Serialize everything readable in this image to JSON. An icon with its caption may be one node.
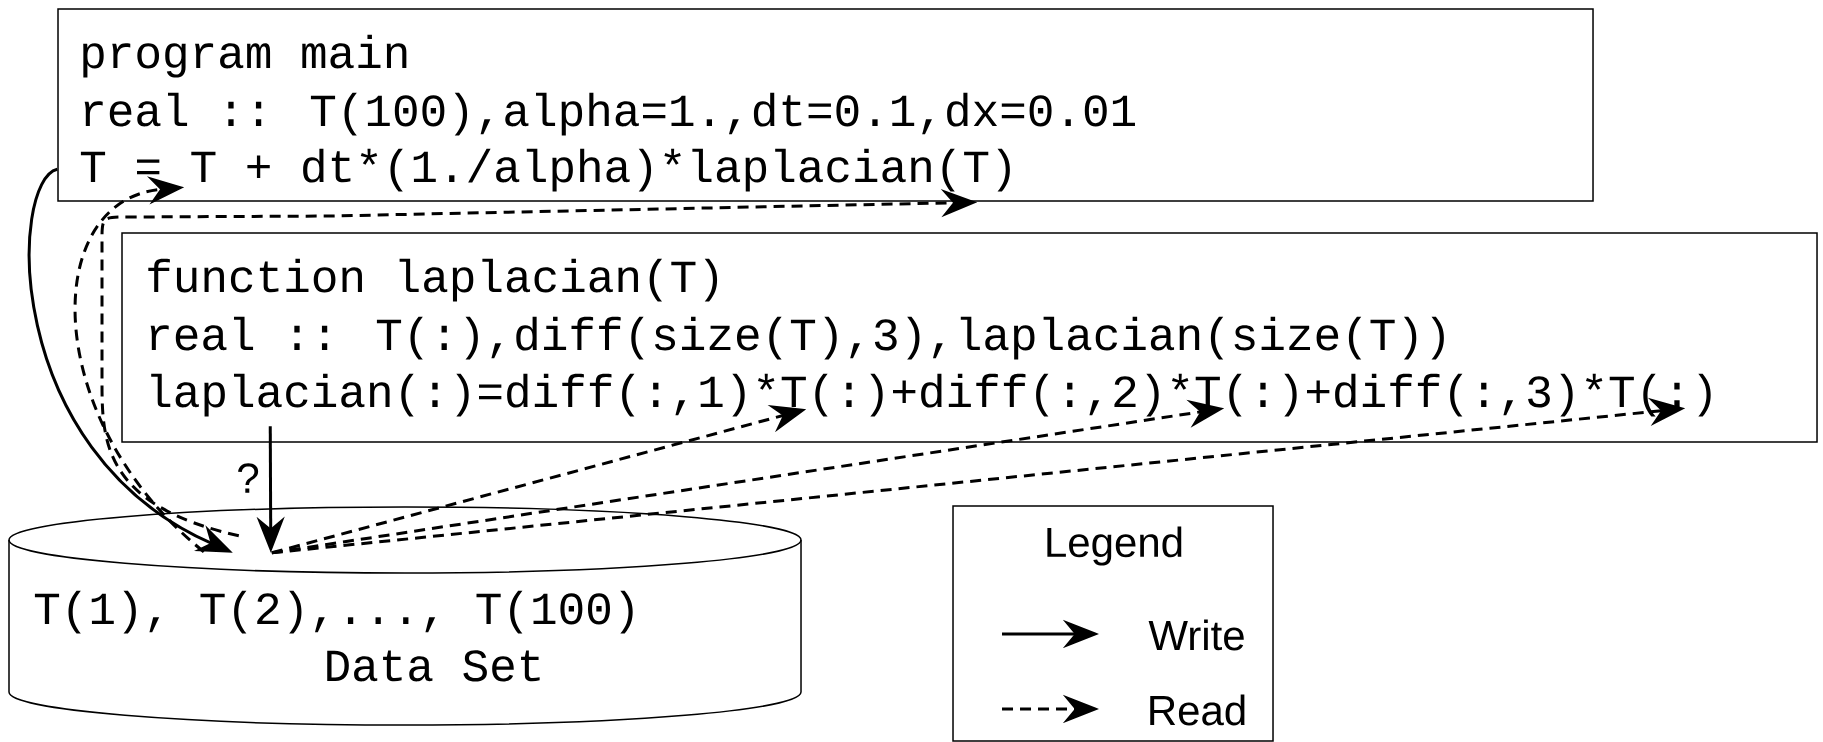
{
  "diagram": {
    "nodes": [
      {
        "text": [
          "program main",
          "real :: T(100),alpha=1.,dt=0.1,dx=0.01",
          "T = T + dt*(1./alpha)*laplacian(T)"
        ]
      },
      {
        "text": [
          "function laplacian(T)",
          "real :: T(:),diff(size(T),3),laplacian(size(T))",
          "laplacian(:)=diff(:,1)*T(:)+diff(:,2)*T(:)+diff(:,3)*T(:)"
        ]
      },
      {
        "text": [
          "T(1), T(2),..., T(100)",
          "Data Set"
        ]
      }
    ],
    "edges": [
      {
        "from": 0,
        "to": 2,
        "arrow": "to"
      },
      {
        "from": 2,
        "to": 0,
        "arrow": "to",
        "style": "dashed"
      },
      {
        "from": 2,
        "to": 0,
        "arrow": "to",
        "style": "dashed"
      },
      {
        "from": 1,
        "to": 2,
        "arrow": "to",
        "label": "?"
      },
      {
        "from": 2,
        "to": 1,
        "arrow": "to",
        "style": "dashed"
      },
      {
        "from": 2,
        "to": 1,
        "arrow": "to",
        "style": "dashed"
      },
      {
        "from": 2,
        "to": 1,
        "arrow": "to",
        "style": "dashed"
      }
    ],
    "labels": [
      "Legend"
    ],
    "legend": [
      {
        "text": "Write"
      },
      {
        "text": "Read"
      }
    ]
  }
}
